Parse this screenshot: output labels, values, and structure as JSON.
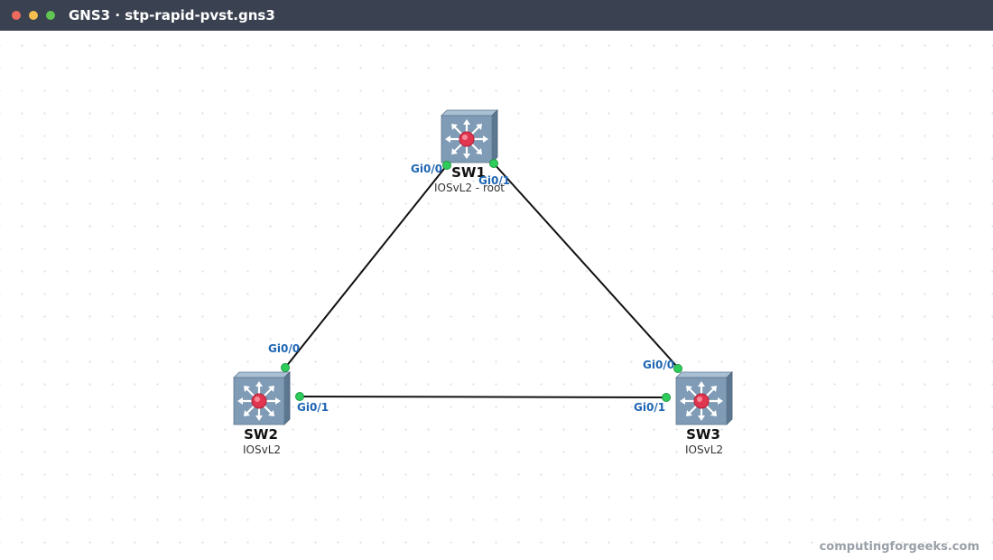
{
  "window": {
    "title": "GNS3 · stp-rapid-pvst.gns3",
    "controls": [
      {
        "name": "close",
        "color": "#ec6a5e"
      },
      {
        "name": "minimize",
        "color": "#f4bf4f"
      },
      {
        "name": "maximize",
        "color": "#61c554"
      }
    ]
  },
  "colors": {
    "link": "#111111",
    "port_up": "#2ecc5a",
    "port_label": "#1f66b3",
    "switch_body": "#7f9bb5",
    "switch_core": "#e0364f"
  },
  "nodes": [
    {
      "id": "sw1",
      "name": "SW1",
      "subtitle": "IOSvL2 - root",
      "icon": "multilayer-switch-icon"
    },
    {
      "id": "sw2",
      "name": "SW2",
      "subtitle": "IOSvL2",
      "icon": "multilayer-switch-icon"
    },
    {
      "id": "sw3",
      "name": "SW3",
      "subtitle": "IOSvL2",
      "icon": "multilayer-switch-icon"
    }
  ],
  "links": [
    {
      "from": "sw1",
      "from_port": "Gi0/0",
      "to": "sw2",
      "to_port": "Gi0/0"
    },
    {
      "from": "sw1",
      "from_port": "Gi0/1",
      "to": "sw3",
      "to_port": "Gi0/0"
    },
    {
      "from": "sw2",
      "from_port": "Gi0/1",
      "to": "sw3",
      "to_port": "Gi0/1"
    }
  ],
  "watermark": "computingforgeeks.com"
}
